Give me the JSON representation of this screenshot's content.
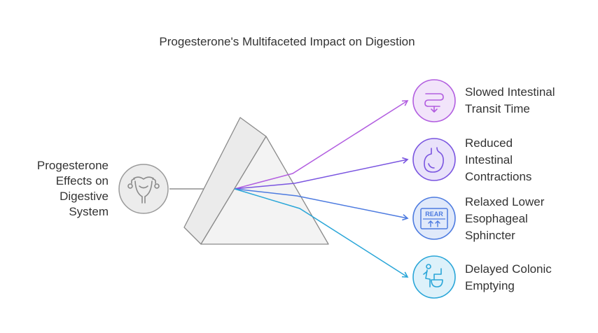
{
  "title": "Progesterone's Multifaceted Impact on Digestion",
  "source": {
    "label_lines": [
      "Progesterone",
      "Effects on",
      "Digestive",
      "System"
    ],
    "icon": "uterus-icon"
  },
  "outputs": [
    {
      "label_lines": [
        "Slowed Intestinal",
        "Transit Time"
      ],
      "icon": "intestine-icon",
      "color": "#b25ee0",
      "fill": "#f2e4fa"
    },
    {
      "label_lines": [
        "Reduced",
        "Intestinal",
        "Contractions"
      ],
      "icon": "stomach-icon",
      "color": "#7a55e0",
      "fill": "#e9e2fa"
    },
    {
      "label_lines": [
        "Relaxed Lower",
        "Esophageal",
        "Sphincter"
      ],
      "icon": "sphincter-sign-icon",
      "icon_text": "REAR",
      "color": "#4d7be0",
      "fill": "#e0e9fa"
    },
    {
      "label_lines": [
        "Delayed Colonic",
        "Emptying"
      ],
      "icon": "restroom-icon",
      "color": "#2aa6d8",
      "fill": "#ddf1fa"
    }
  ],
  "colors": {
    "prism_stroke": "#8a8a8a",
    "prism_fill": "#ebebeb",
    "gray_line": "#8f8f8f"
  }
}
